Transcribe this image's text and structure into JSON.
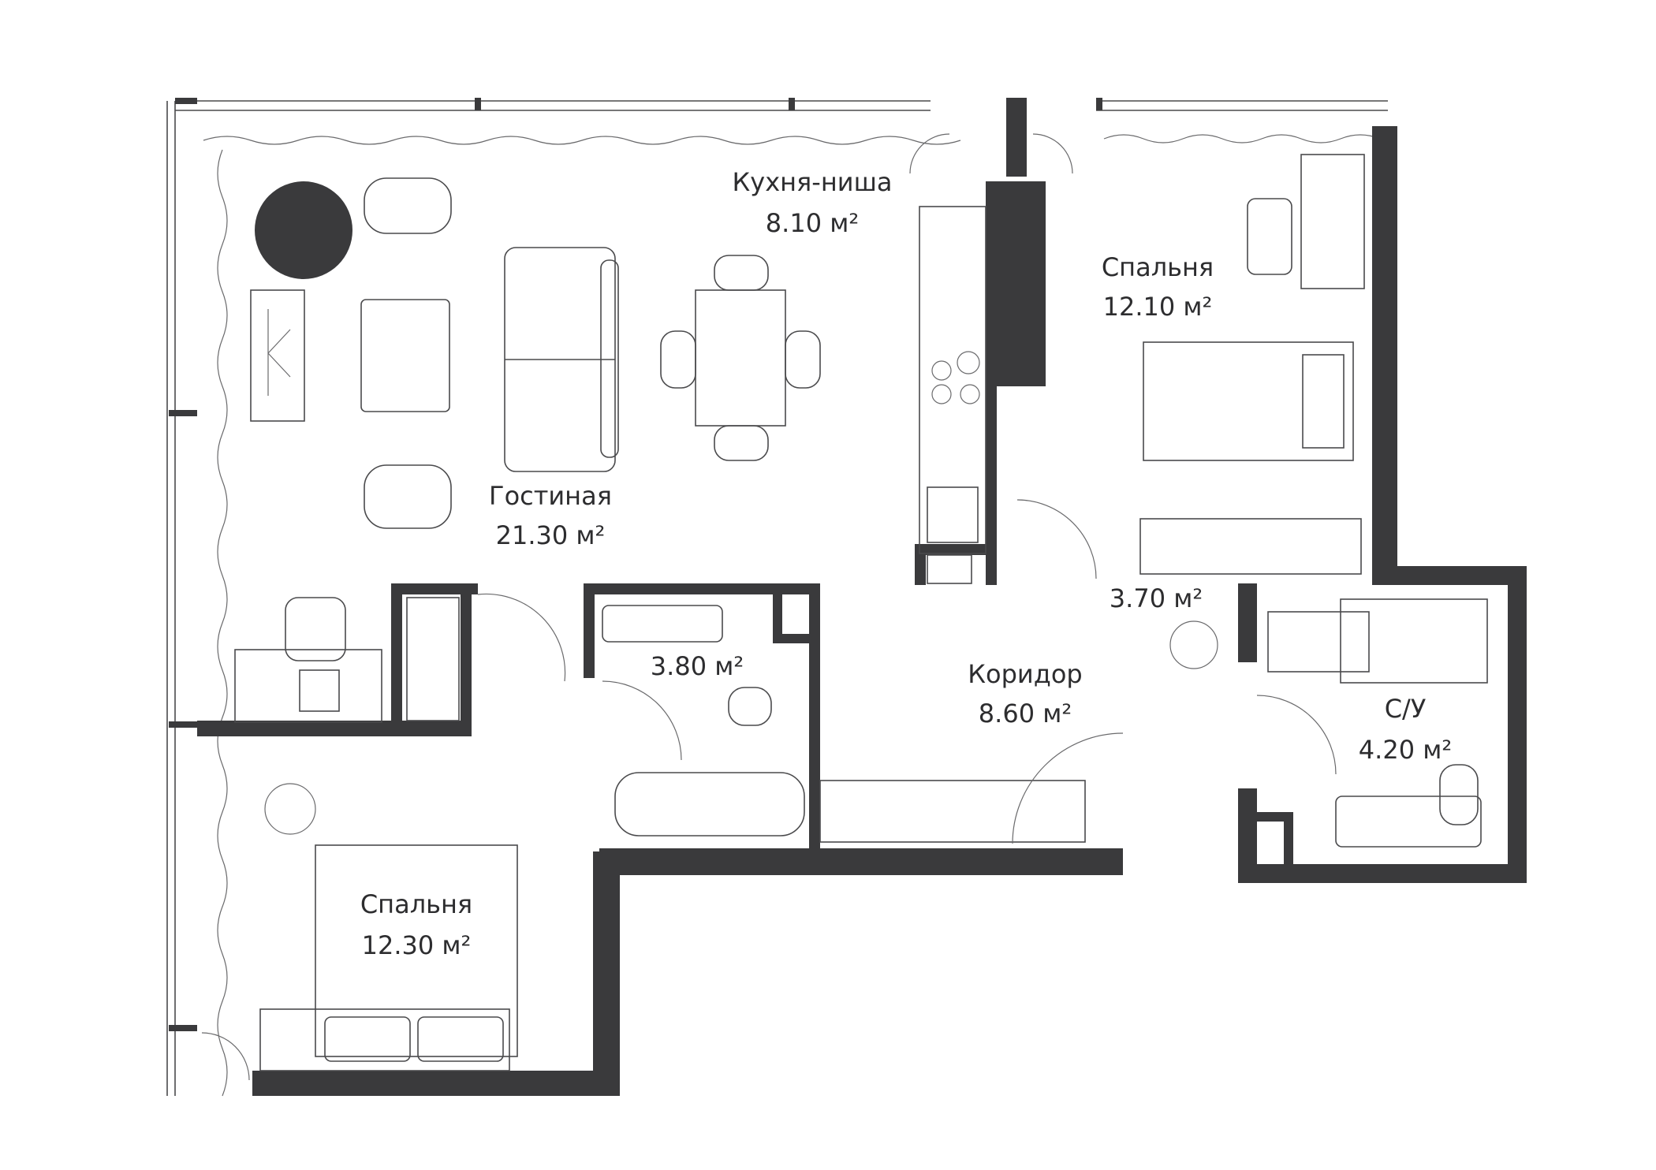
{
  "rooms": {
    "kitchen": {
      "name": "Кухня-ниша",
      "area": "8.10 м²"
    },
    "bedroom_right": {
      "name": "Спальня",
      "area": "12.10 м²"
    },
    "living": {
      "name": "Гостиная",
      "area": "21.30 м²"
    },
    "bath_small": {
      "area": "3.80 м²"
    },
    "corridor": {
      "name": "Коридор",
      "area": "8.60 м²"
    },
    "laundry": {
      "area": "3.70 м²"
    },
    "wc": {
      "name": "С/У",
      "area": "4.20 м²"
    },
    "bedroom_left": {
      "name": "Спальня",
      "area": "12.30 м²"
    }
  },
  "colors": {
    "wall": "#3a3a3c",
    "line": "#4a4a4c",
    "background": "#ffffff"
  }
}
